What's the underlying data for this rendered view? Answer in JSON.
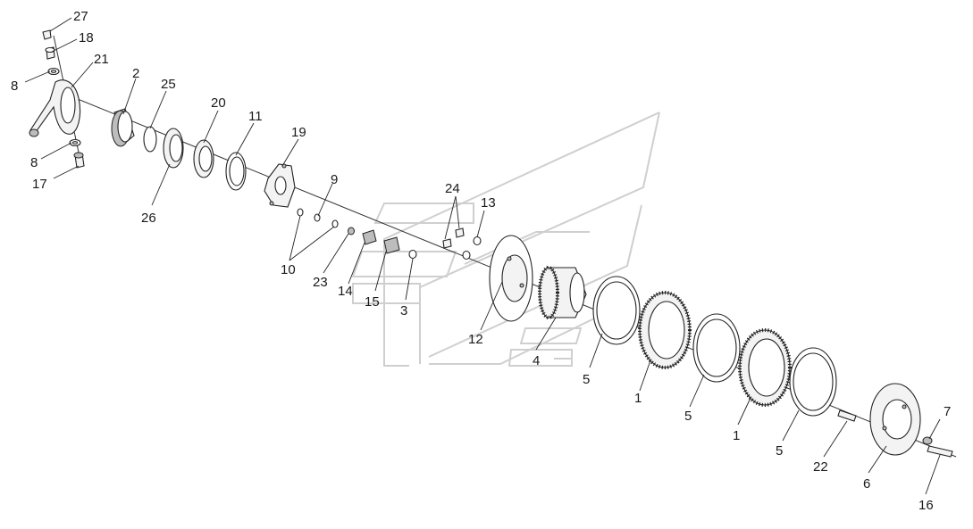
{
  "diagram": {
    "callouts": [
      {
        "id": "27",
        "text": "27"
      },
      {
        "id": "18",
        "text": "18"
      },
      {
        "id": "21",
        "text": "21"
      },
      {
        "id": "8a",
        "text": "8"
      },
      {
        "id": "2",
        "text": "2"
      },
      {
        "id": "25",
        "text": "25"
      },
      {
        "id": "20",
        "text": "20"
      },
      {
        "id": "11",
        "text": "11"
      },
      {
        "id": "19",
        "text": "19"
      },
      {
        "id": "8b",
        "text": "8"
      },
      {
        "id": "17",
        "text": "17"
      },
      {
        "id": "26",
        "text": "26"
      },
      {
        "id": "9",
        "text": "9"
      },
      {
        "id": "24",
        "text": "24"
      },
      {
        "id": "13",
        "text": "13"
      },
      {
        "id": "10",
        "text": "10"
      },
      {
        "id": "23",
        "text": "23"
      },
      {
        "id": "14",
        "text": "14"
      },
      {
        "id": "15",
        "text": "15"
      },
      {
        "id": "3",
        "text": "3"
      },
      {
        "id": "12",
        "text": "12"
      },
      {
        "id": "4",
        "text": "4"
      },
      {
        "id": "5a",
        "text": "5"
      },
      {
        "id": "1a",
        "text": "1"
      },
      {
        "id": "5b",
        "text": "5"
      },
      {
        "id": "1b",
        "text": "1"
      },
      {
        "id": "5c",
        "text": "5"
      },
      {
        "id": "22",
        "text": "22"
      },
      {
        "id": "6",
        "text": "6"
      },
      {
        "id": "7",
        "text": "7"
      },
      {
        "id": "16",
        "text": "16"
      }
    ]
  }
}
